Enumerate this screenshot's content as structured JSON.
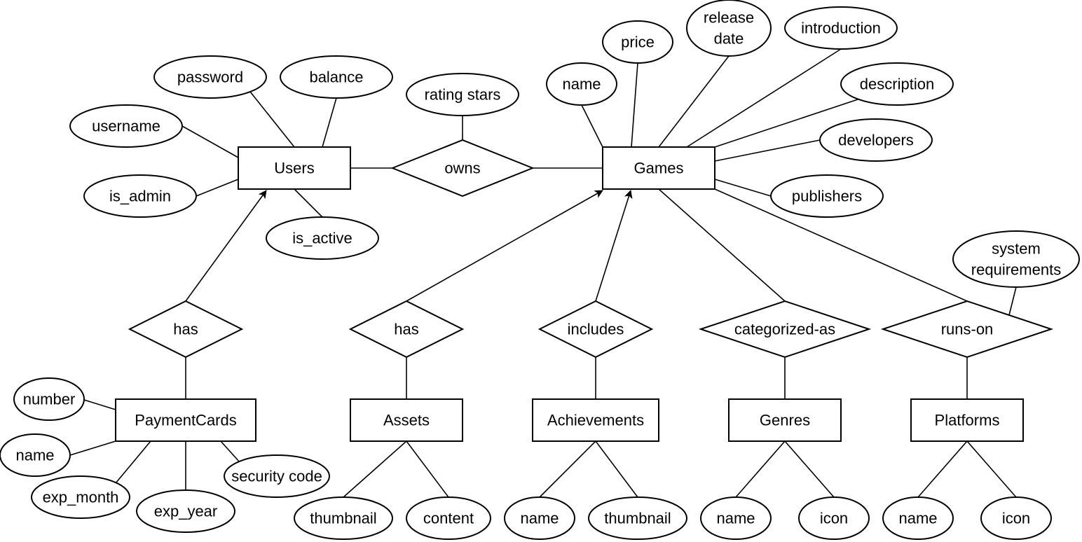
{
  "entities": {
    "users": "Users",
    "games": "Games",
    "payment_cards": "PaymentCards",
    "assets": "Assets",
    "achievements": "Achievements",
    "genres": "Genres",
    "platforms": "Platforms"
  },
  "relationships": {
    "owns": "owns",
    "users_has": "has",
    "assets_has": "has",
    "includes": "includes",
    "categorized_as": "categorized-as",
    "runs_on": "runs-on"
  },
  "attributes": {
    "users": {
      "password": "password",
      "balance": "balance",
      "username": "username",
      "is_admin": "is_admin",
      "is_active": "is_active"
    },
    "owns": {
      "rating_stars": "rating stars"
    },
    "games": {
      "name": "name",
      "price": "price",
      "release_date": [
        "release",
        "date"
      ],
      "introduction": "introduction",
      "description": "description",
      "developers": "developers",
      "publishers": "publishers"
    },
    "runs_on": {
      "system_requirements": [
        "system",
        "requirements"
      ]
    },
    "payment_cards": {
      "number": "number",
      "name": "name",
      "exp_month": "exp_month",
      "exp_year": "exp_year",
      "security_code": "security code"
    },
    "assets": {
      "thumbnail": "thumbnail",
      "content": "content"
    },
    "achievements": {
      "name": "name",
      "thumbnail": "thumbnail"
    },
    "genres": {
      "name": "name",
      "icon": "icon"
    },
    "platforms": {
      "name": "name",
      "icon": "icon"
    }
  }
}
